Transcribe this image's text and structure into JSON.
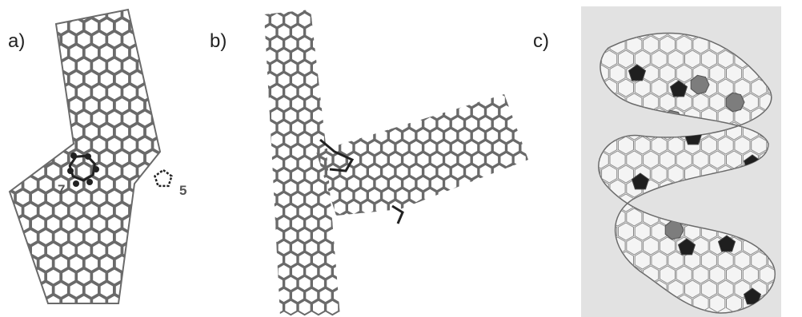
{
  "figure": {
    "panels": [
      {
        "id": "a",
        "label": "a)",
        "defect_labels": [
          "7",
          "5"
        ]
      },
      {
        "id": "b",
        "label": "b)"
      },
      {
        "id": "c",
        "label": "c)"
      }
    ],
    "colors": {
      "lattice_line": "#6a6a6a",
      "defect_dark": "#222222",
      "pentagon_fill": "#1f1f1f",
      "heptagon_fill": "#7d7d7d",
      "panel_c_background": "#e2e2e2"
    }
  }
}
